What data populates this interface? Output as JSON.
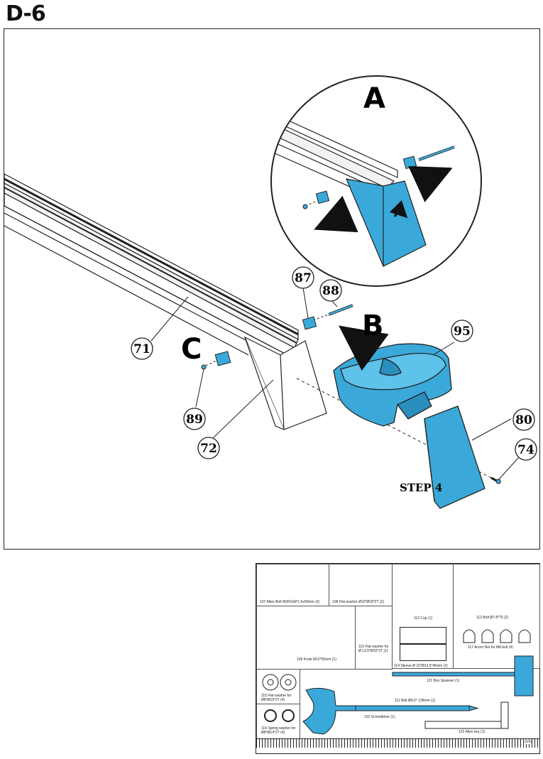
{
  "step_title": "D-6",
  "callouts": {
    "n71": "71",
    "n72": "72",
    "n74": "74",
    "n80": "80",
    "n87": "87",
    "n88": "88",
    "n89": "89",
    "n95": "95"
  },
  "detail_letters": {
    "a": "A",
    "b": "B",
    "c": "C"
  },
  "step_label": "STEP 4",
  "colors": {
    "part_blue": "#3aa9d9",
    "line": "#222222"
  },
  "parts_list": {
    "p107": "107 Allen Bolt  M(M10xP1.5x50mm  (2)",
    "p108": "108 Flat washer Ø10*Ø18*2T  (2)",
    "p112": "112 Cup  (1)",
    "p113": "113 Bolt  Ø7.8*75  (2)",
    "p109": "109 Knob M12*55mm (1)",
    "p110a": "110 Flat washer for",
    "p110b": "Ø 13.5*Ø32*2T  (1)",
    "p114": "114 Sleeve Ø 16*Ø13.5*45mm  (2)",
    "p117": "117 Acorn Nut for M8 bolt  (4)",
    "p121": "121 Box Spanner  (1)",
    "p115a": "115 Flat washer for",
    "p115b": "Ø8*Ø19*2T  (4)",
    "p111": "111 Bolt Ø9.5* 128mm  (1)",
    "p120": "120 Screwdriver  (1)",
    "p116a": "116 Spring washer for",
    "p116b": "Ø8*Ø14*2T  (4)",
    "p122": "122 Allen key  (1)",
    "ruler_unit": "(cm)"
  }
}
